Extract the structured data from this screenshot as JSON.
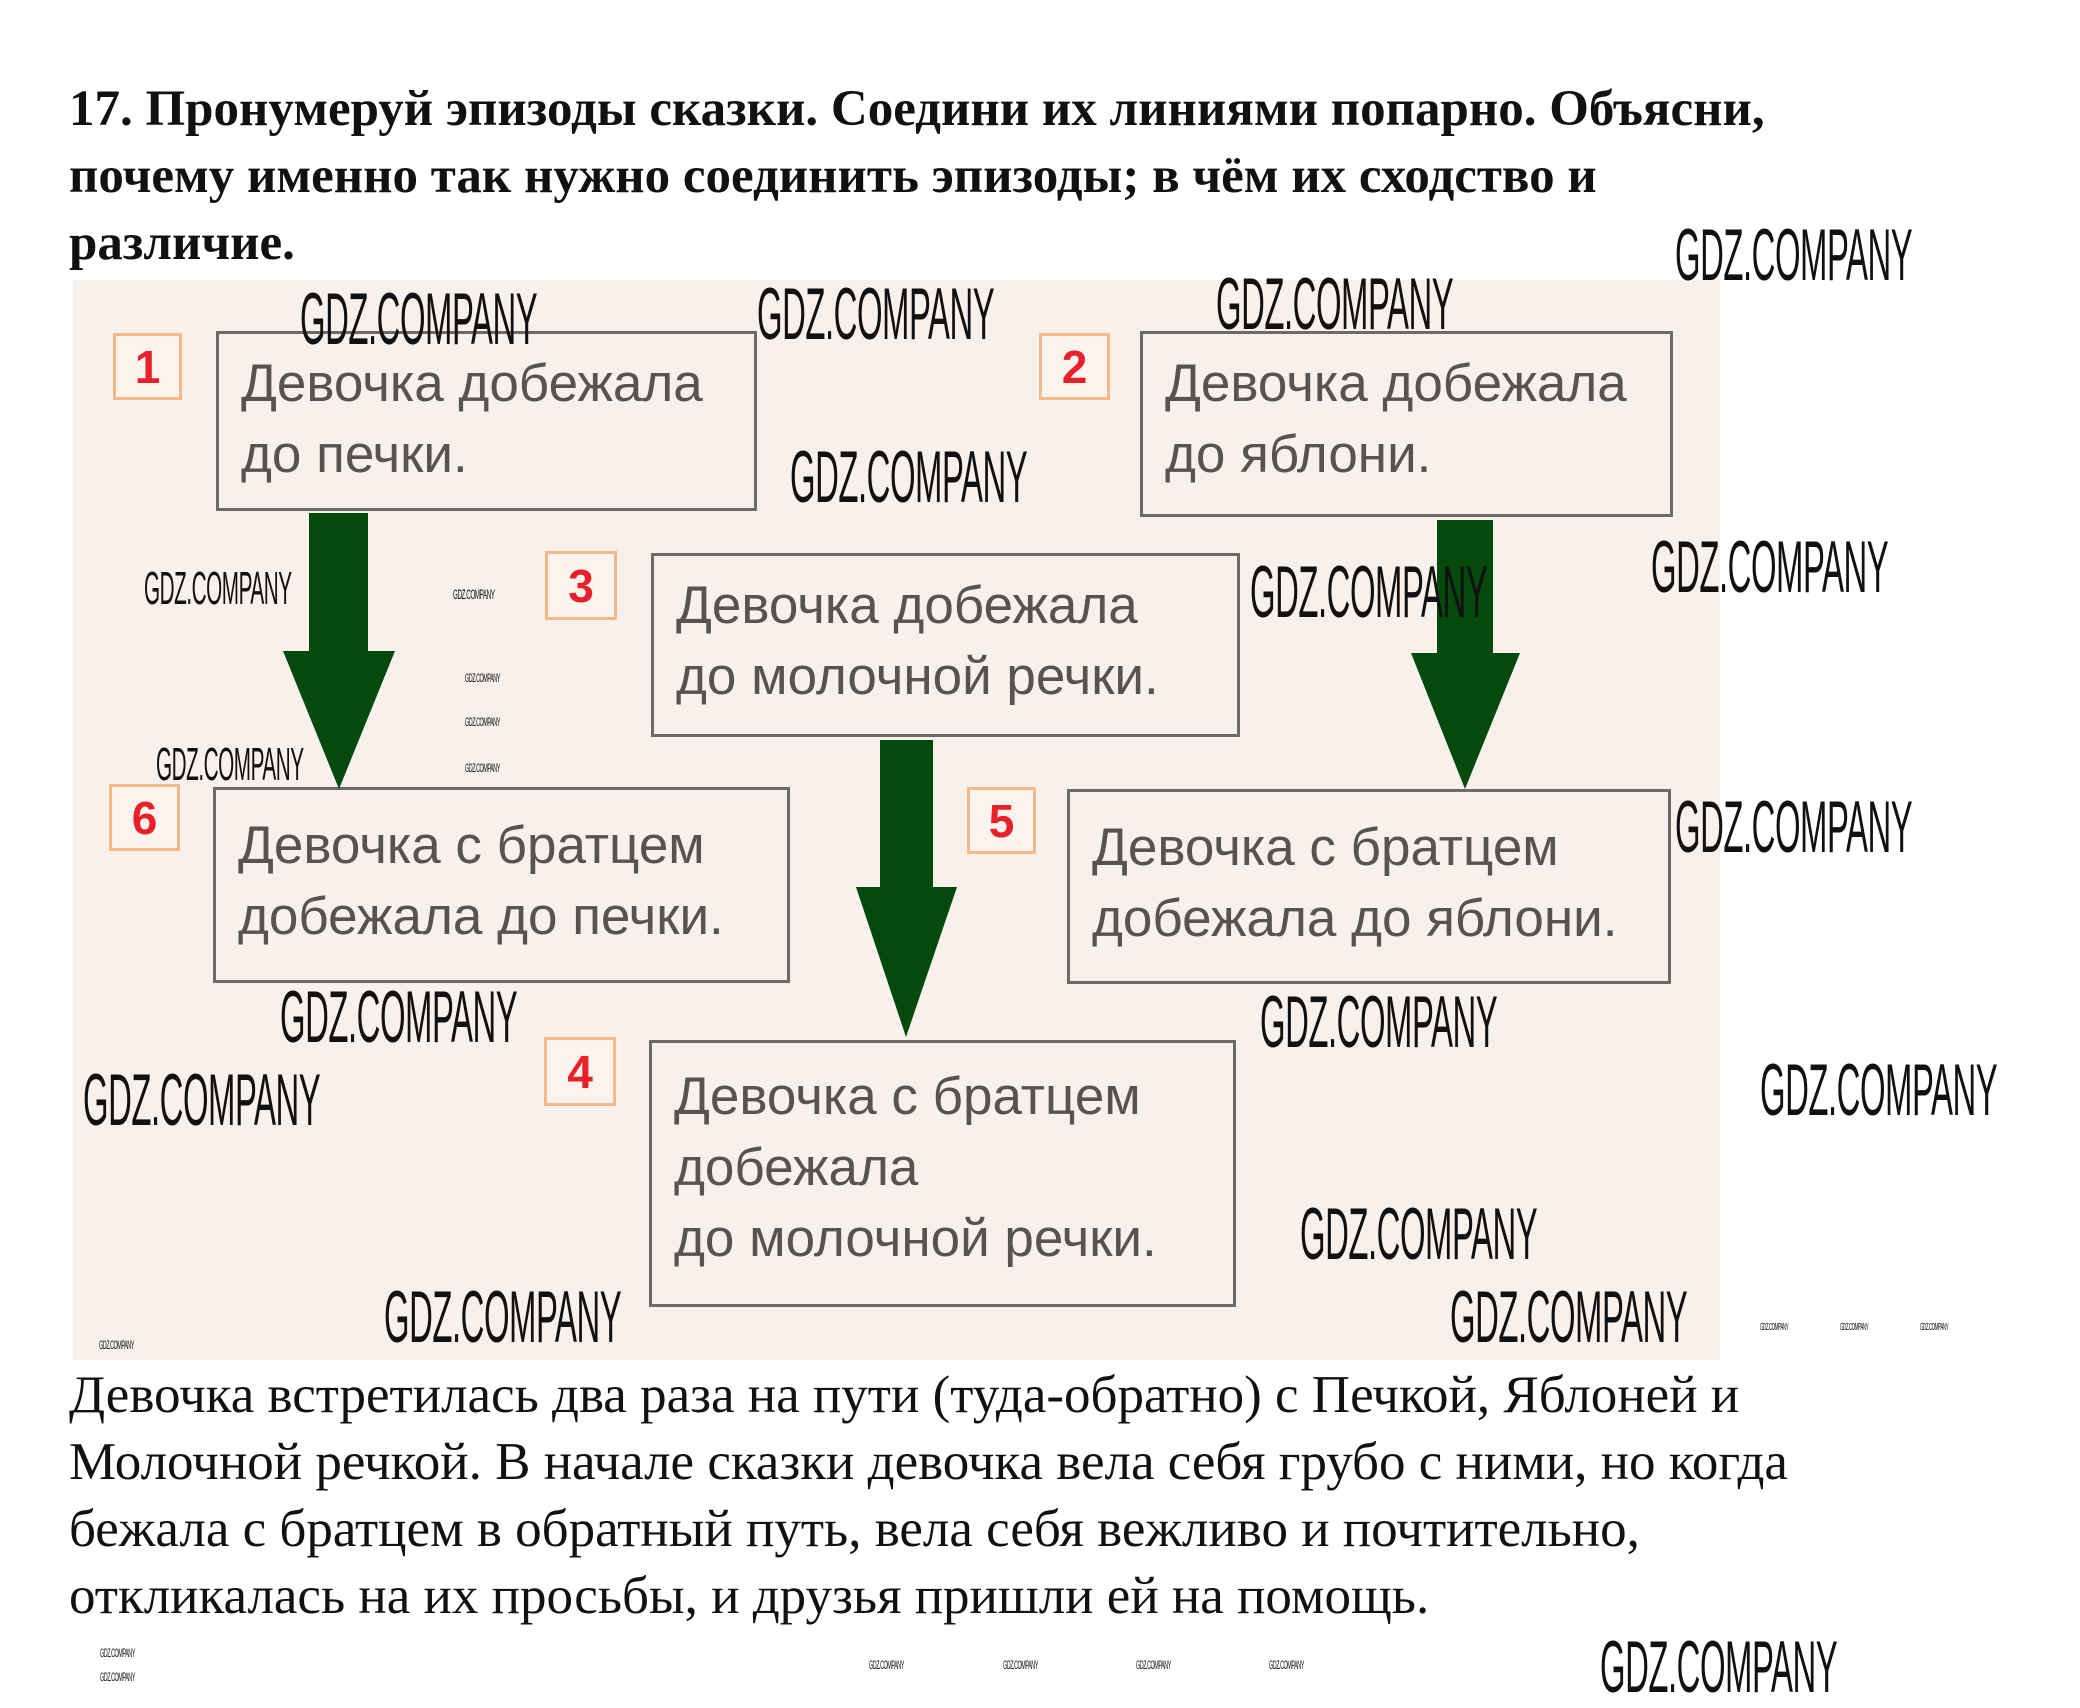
{
  "task": {
    "lines": [
      "17. Пронумеруй эпизоды сказки. Соедини их линиями попарно. Объясни,",
      "почему именно так нужно соединить эпизоды; в чём их сходство и",
      "различие."
    ]
  },
  "episodes": [
    {
      "number": "1",
      "lines": [
        "Девочка добежала",
        "до печки."
      ]
    },
    {
      "number": "2",
      "lines": [
        "Девочка добежала",
        "до яблони."
      ]
    },
    {
      "number": "3",
      "lines": [
        "Девочка добежала",
        "до молочной речки."
      ]
    },
    {
      "number": "6",
      "lines": [
        "Девочка с братцем",
        "добежала до печки."
      ]
    },
    {
      "number": "5",
      "lines": [
        "Девочка с братцем",
        "добежала до яблони."
      ]
    },
    {
      "number": "4",
      "lines": [
        "Девочка с братцем",
        "добежала",
        "до молочной речки."
      ]
    }
  ],
  "answer": {
    "lines": [
      "Девочка встретилась два раза на пути (туда-обратно) с Печкой, Яблоней и",
      "Молочной речкой. В начале сказки девочка вела себя грубо с ними, но когда",
      "бежала с братцем в обратный путь, вела себя вежливо и почтительно,",
      "откликалась на их просьбы, и друзья пришли ей на помощь."
    ]
  },
  "watermark": "GDZ.COMPANY",
  "colors": {
    "arrow": "#034a0c",
    "number": "#e8202a",
    "number_border": "#f3b98c",
    "panel": "#f7f0eb"
  }
}
